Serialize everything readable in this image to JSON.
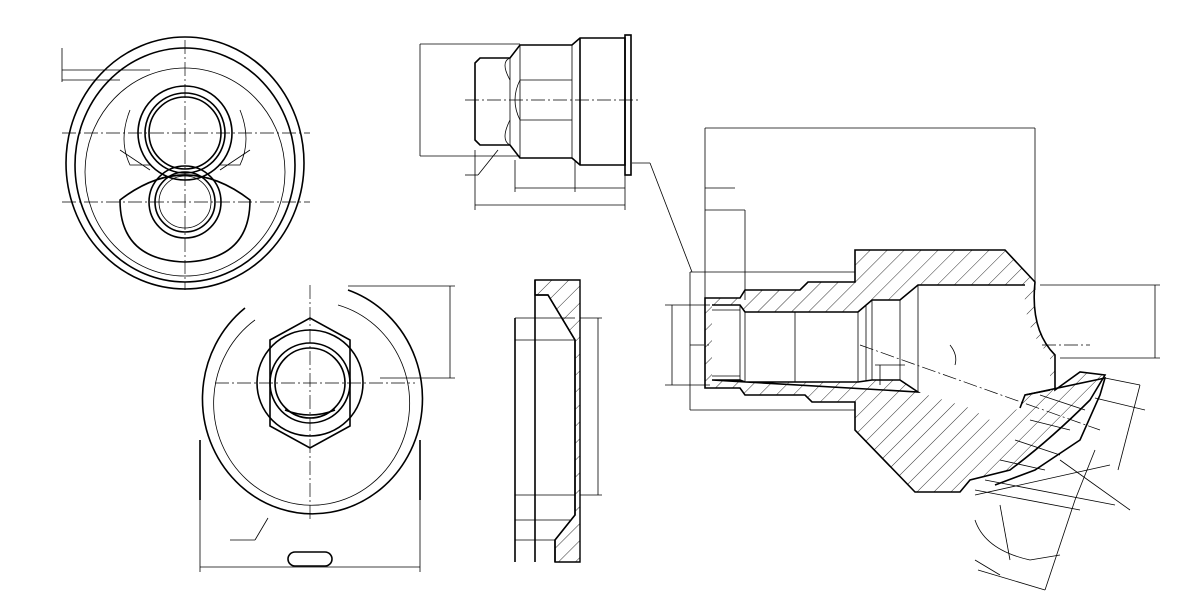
{
  "drawing": {
    "views": [
      {
        "id": "front-view"
      },
      {
        "id": "nut-side-view"
      },
      {
        "id": "bottom-view"
      },
      {
        "id": "section-strip"
      },
      {
        "id": "main-section"
      }
    ],
    "colors": {
      "line": "#000000",
      "paper": "#ffffff"
    },
    "hatch": "diagonal-45",
    "slot_label": ""
  }
}
